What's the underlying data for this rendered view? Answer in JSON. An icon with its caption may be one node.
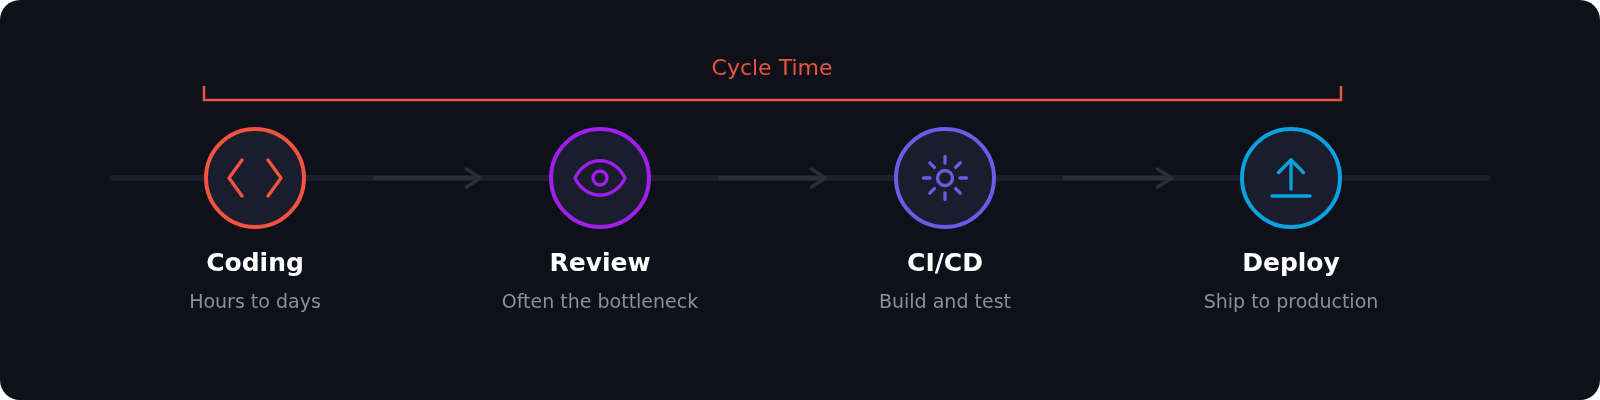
{
  "diagram": {
    "nodes": [
      {
        "text": [
          "Coding",
          "Hours to days"
        ]
      },
      {
        "text": [
          "Review",
          "Often the bottleneck"
        ]
      },
      {
        "text": [
          "CI/CD",
          "Build and test"
        ]
      },
      {
        "text": [
          "Deploy",
          "Ship to production"
        ]
      }
    ],
    "edges": [
      {
        "from": 0,
        "to": 1,
        "arrow": "to"
      },
      {
        "from": 1,
        "to": 2,
        "arrow": "to"
      },
      {
        "from": 2,
        "to": 3,
        "arrow": "to"
      }
    ],
    "labels": [
      "Cycle Time"
    ]
  }
}
